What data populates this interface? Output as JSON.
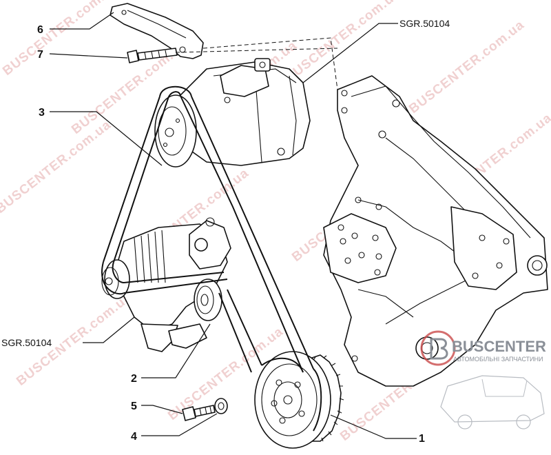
{
  "callouts": {
    "c1": "1",
    "c2": "2",
    "c3": "3",
    "c4": "4",
    "c5": "5",
    "c6": "6",
    "c7": "7"
  },
  "references": {
    "top": "SGR.50104",
    "left": "SGR.50104"
  },
  "watermark": {
    "text": "BUSCENTER.com.ua"
  },
  "logo": {
    "name": "BUSCENTER",
    "tagline": "АВТОМОБІЛЬНІ ЗАПЧАСТИНИ",
    "color": "#8a8f97"
  },
  "colors": {
    "line": "#111111",
    "watermark": "#d27070",
    "logo_ring": "#c94a4a"
  }
}
